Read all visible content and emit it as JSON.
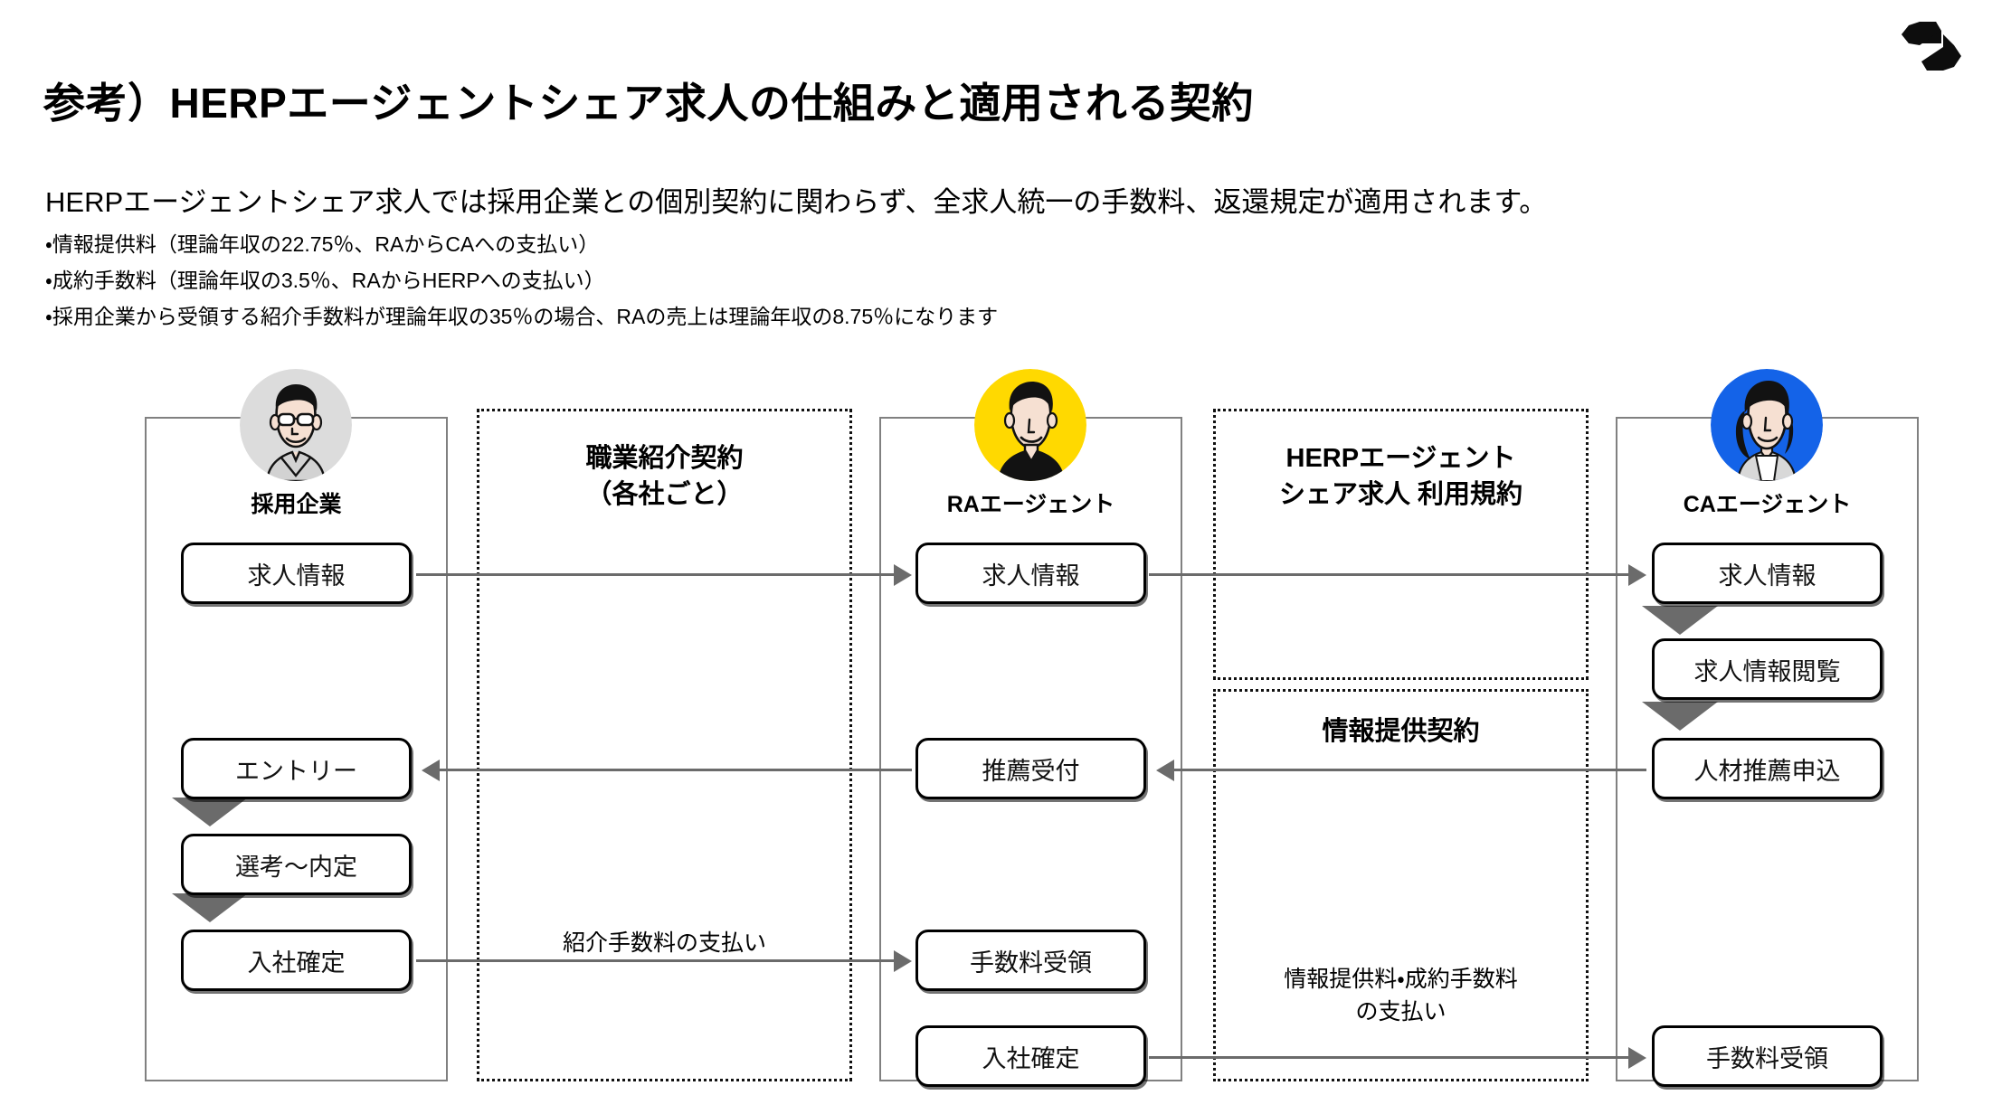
{
  "header": {
    "logo_name": "herp-logo",
    "title": "参考）HERPエージェントシェア求人の仕組みと適用される契約",
    "lead": "HERPエージェントシェア求人では採用企業との個別契約に関わらず、全求人統一の手数料、返還規定が適用されます。",
    "bullets": [
      "・情報提供料（理論年収の22.75％、RAからCAへの支払い）",
      "・成約手数料（理論年収の3.5％、RAからHERPへの支払い）",
      "・採用企業から受領する紹介手数料が理論年収の35％の場合、RAの売上は理論年収の8.75％になります"
    ]
  },
  "colors": {
    "ra_avatar_bg": "#FFD900",
    "ca_avatar_bg": "#1463E8",
    "company_avatar_bg": "#DCDCDC",
    "skin": "#F6E0D2",
    "hair": "#121212",
    "line": "#6b6b6b",
    "lane_border": "#808080",
    "node_border": "#000000"
  },
  "lanes": [
    {
      "id": "company",
      "role_label": "採用企業",
      "avatar": "company-avatar"
    },
    {
      "id": "ra",
      "role_label": "RAエージェント",
      "avatar": "ra-agent-avatar"
    },
    {
      "id": "ca",
      "role_label": "CAエージェント",
      "avatar": "ca-agent-avatar"
    }
  ],
  "contracts": [
    {
      "id": "job-placement",
      "title_line1": "職業紹介契約",
      "title_line2": "（各社ごと）",
      "note": "紹介手数料の支払い"
    },
    {
      "id": "herp-terms",
      "title_line1": "HERPエージェント",
      "title_line2": "シェア求人 利用規約"
    },
    {
      "id": "info-provision",
      "title_line1": "情報提供契約",
      "note_line1": "情報提供料・成約手数料",
      "note_line2": "の支払い"
    }
  ],
  "nodes": {
    "company": [
      {
        "id": "company-job-info",
        "label": "求人情報"
      },
      {
        "id": "company-entry",
        "label": "エントリー"
      },
      {
        "id": "company-screening",
        "label": "選考〜内定"
      },
      {
        "id": "company-hire-confirmed",
        "label": "入社確定"
      }
    ],
    "ra": [
      {
        "id": "ra-job-info",
        "label": "求人情報"
      },
      {
        "id": "ra-referral-accept",
        "label": "推薦受付"
      },
      {
        "id": "ra-fee-receipt",
        "label": "手数料受領"
      },
      {
        "id": "ra-hire-confirmed",
        "label": "入社確定"
      }
    ],
    "ca": [
      {
        "id": "ca-job-info",
        "label": "求人情報"
      },
      {
        "id": "ca-job-info-view",
        "label": "求人情報閲覧"
      },
      {
        "id": "ca-candidate-referral",
        "label": "人材推薦申込"
      },
      {
        "id": "ca-fee-receipt",
        "label": "手数料受領"
      }
    ]
  }
}
